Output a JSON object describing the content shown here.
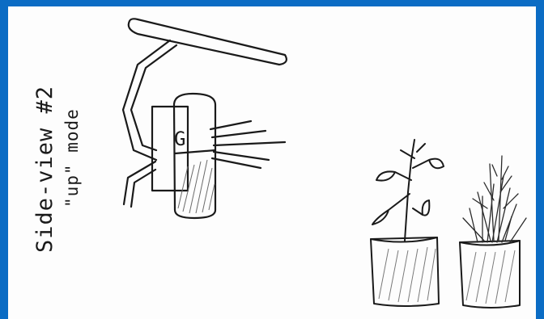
{
  "caption": {
    "title": "Side-view #2",
    "subtitle": "\"up\" mode"
  },
  "device": {
    "letter": "G"
  },
  "colors": {
    "frame": "#0b6cc4",
    "ink": "#1a1a1a",
    "paper": "#fdfdfd"
  }
}
